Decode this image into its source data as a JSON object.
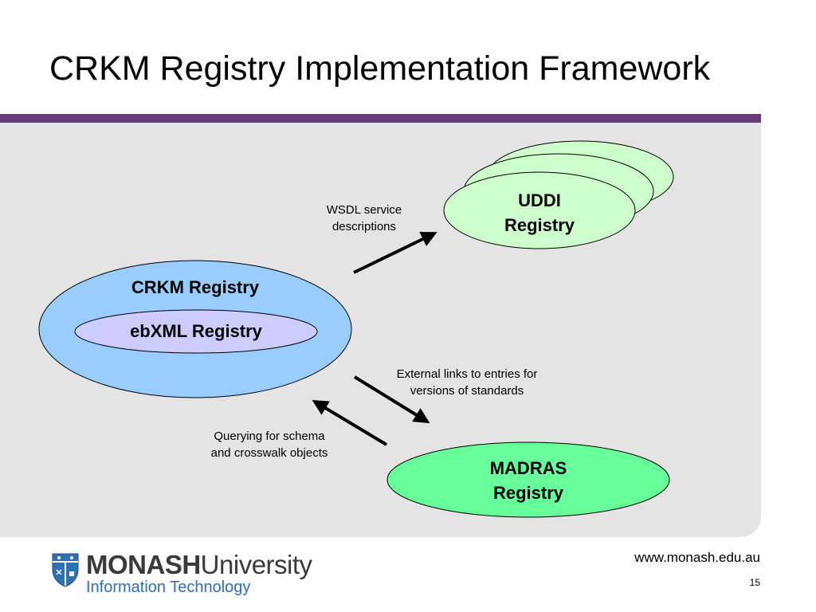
{
  "slide": {
    "title": "CRKM Registry Implementation Framework",
    "page_number": "15",
    "url": "www.monash.edu.au"
  },
  "logo": {
    "name_bold": "MONASH",
    "name_regular": "University",
    "subtitle": "Information Technology"
  },
  "colors": {
    "accent_bar": "#663d7a",
    "panel": "#e4e4e4",
    "crkm_fill": "#99ccff",
    "ebxml_fill": "#ccccff",
    "uddi_fill": "#ccffcc",
    "madras_fill": "#66ff99"
  },
  "diagram": {
    "crkm": {
      "label": "CRKM Registry"
    },
    "ebxml": {
      "label": "ebXML Registry"
    },
    "uddi": {
      "line1": "UDDI",
      "line2": "Registry"
    },
    "madras": {
      "line1": "MADRAS",
      "line2": "Registry"
    },
    "edges": [
      {
        "line1": "WSDL service",
        "line2": "descriptions"
      },
      {
        "line1": "External links to entries for",
        "line2": "versions of standards"
      },
      {
        "line1": "Querying for schema",
        "line2": "and crosswalk objects"
      }
    ]
  }
}
